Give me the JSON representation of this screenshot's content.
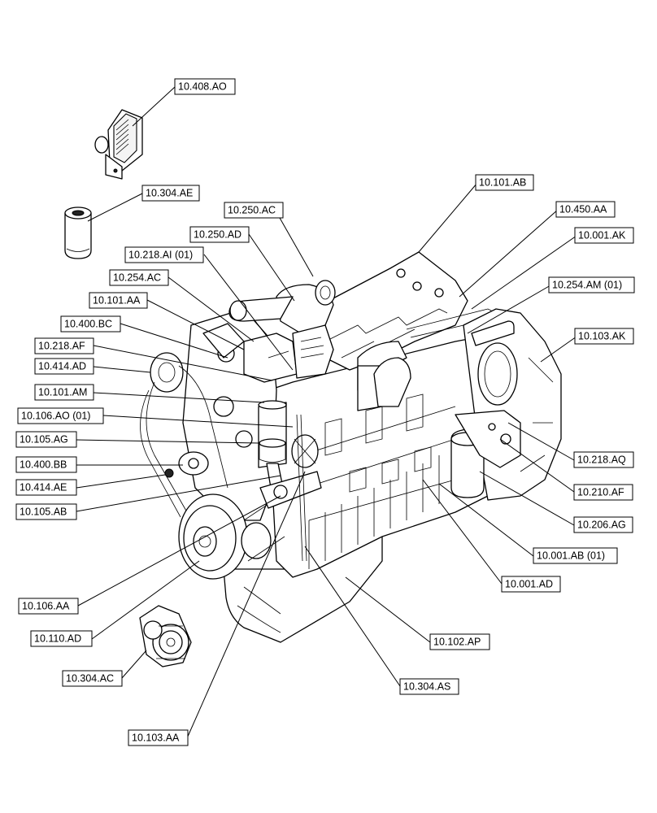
{
  "labels": [
    {
      "text": "10.408.AO"
    },
    {
      "text": "10.304.AE"
    },
    {
      "text": "10.101.AB"
    },
    {
      "text": "10.250.AC"
    },
    {
      "text": "10.450.AA"
    },
    {
      "text": "10.250.AD"
    },
    {
      "text": "10.001.AK"
    },
    {
      "text": "10.218.AI (01)"
    },
    {
      "text": "10.254.AC"
    },
    {
      "text": "10.254.AM (01)"
    },
    {
      "text": "10.101.AA"
    },
    {
      "text": "10.400.BC"
    },
    {
      "text": "10.103.AK"
    },
    {
      "text": "10.218.AF"
    },
    {
      "text": "10.414.AD"
    },
    {
      "text": "10.101.AM"
    },
    {
      "text": "10.106.AO (01)"
    },
    {
      "text": "10.105.AG"
    },
    {
      "text": "10.218.AQ"
    },
    {
      "text": "10.400.BB"
    },
    {
      "text": "10.210.AF"
    },
    {
      "text": "10.414.AE"
    },
    {
      "text": "10.105.AB"
    },
    {
      "text": "10.206.AG"
    },
    {
      "text": "10.001.AB (01)"
    },
    {
      "text": "10.001.AD"
    },
    {
      "text": "10.106.AA"
    },
    {
      "text": "10.110.AD"
    },
    {
      "text": "10.102.AP"
    },
    {
      "text": "10.304.AC"
    },
    {
      "text": "10.304.AS"
    },
    {
      "text": "10.103.AA"
    }
  ]
}
